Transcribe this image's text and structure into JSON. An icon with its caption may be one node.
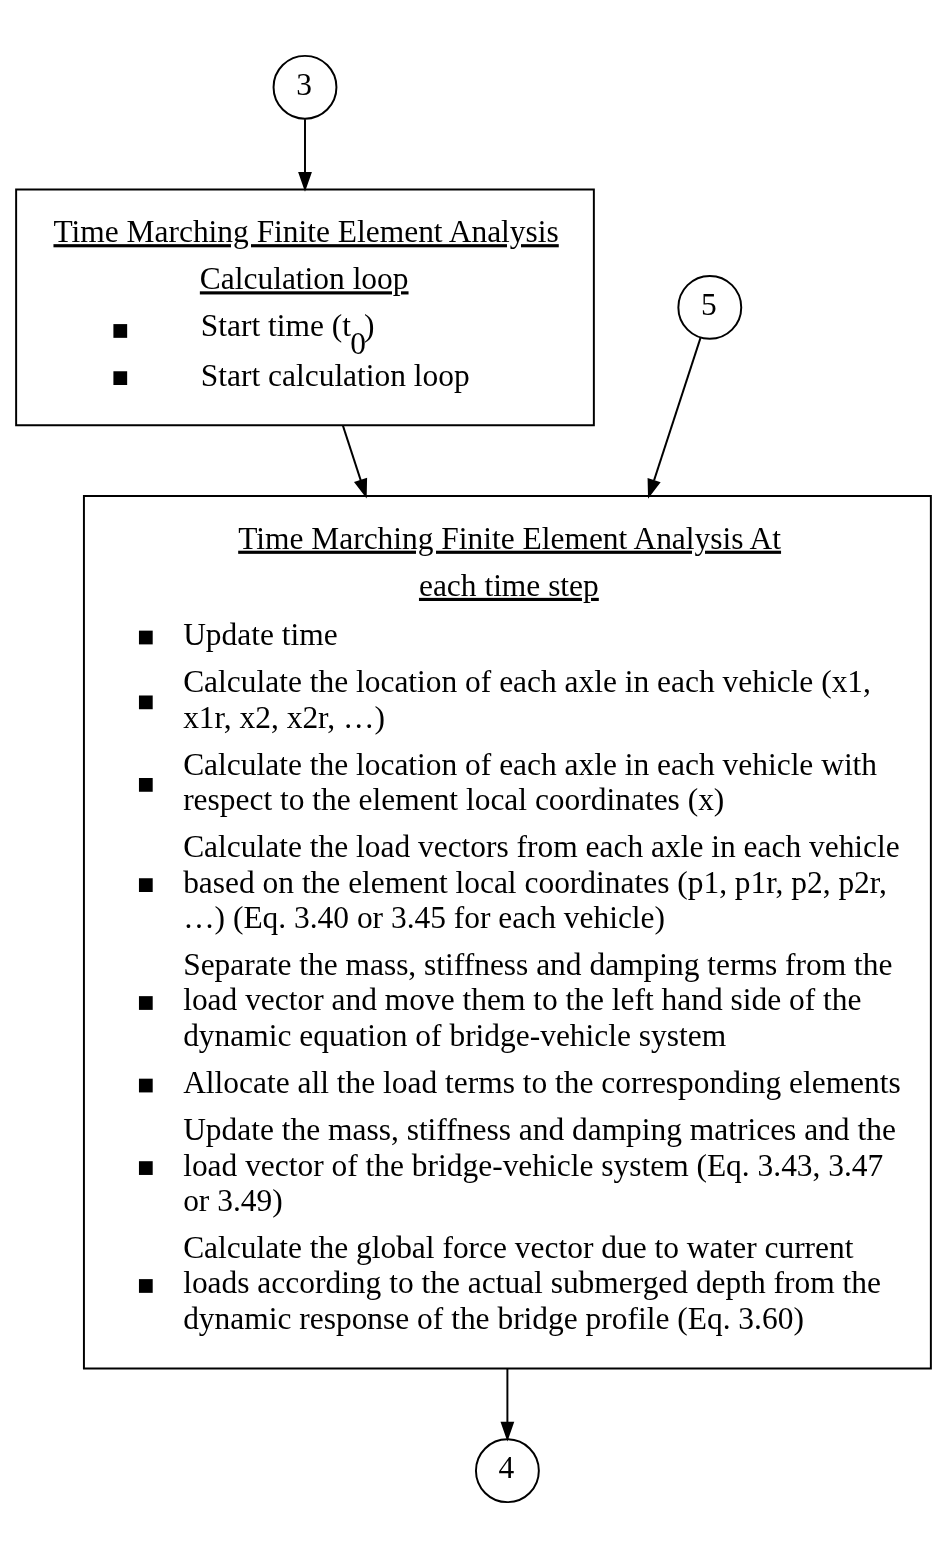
{
  "diagram": {
    "nodes": [
      {
        "text": [
          "3"
        ]
      },
      {
        "text": [
          "Time Marching Finite Element Analysis Calculation loop",
          "Start time (t$_{0}$)",
          "Start calculation loop"
        ]
      },
      {
        "text": [
          "5"
        ]
      },
      {
        "text": [
          "Time Marching Finite Element Analysis At each time step",
          "Update time",
          "Calculate the location of each axle in each vehicle (x1, x1r, x2, x2r, …)",
          "Calculate the location of each axle in each vehicle with respect to the element local coordinates (x)",
          "Calculate the load vectors from each axle in each vehicle based on the element local coordinates (p1, p1r, p2, p2r, …) (Eq. 3.40 or 3.45 for each vehicle)",
          "Separate the mass, stiffness and damping terms from the load vector and move them to the left hand side of the dynamic equation of bridge-vehicle system",
          "Allocate all the load terms to the corresponding elements",
          "Update the mass, stiffness and damping matrices and the load vector of the bridge-vehicle system (Eq. 3.43, 3.47 or 3.49)",
          "Calculate the global force vector due to water current loads according to the actual submerged depth from the dynamic response of the bridge profile (Eq. 3.60)"
        ]
      },
      {
        "text": [
          "4"
        ]
      }
    ],
    "edges": [
      {
        "from": 0,
        "to": 1,
        "arrow": "to"
      },
      {
        "from": 1,
        "to": 3,
        "arrow": "to"
      },
      {
        "from": 2,
        "to": 3,
        "arrow": "to"
      },
      {
        "from": 3,
        "to": 4,
        "arrow": "to"
      }
    ]
  }
}
